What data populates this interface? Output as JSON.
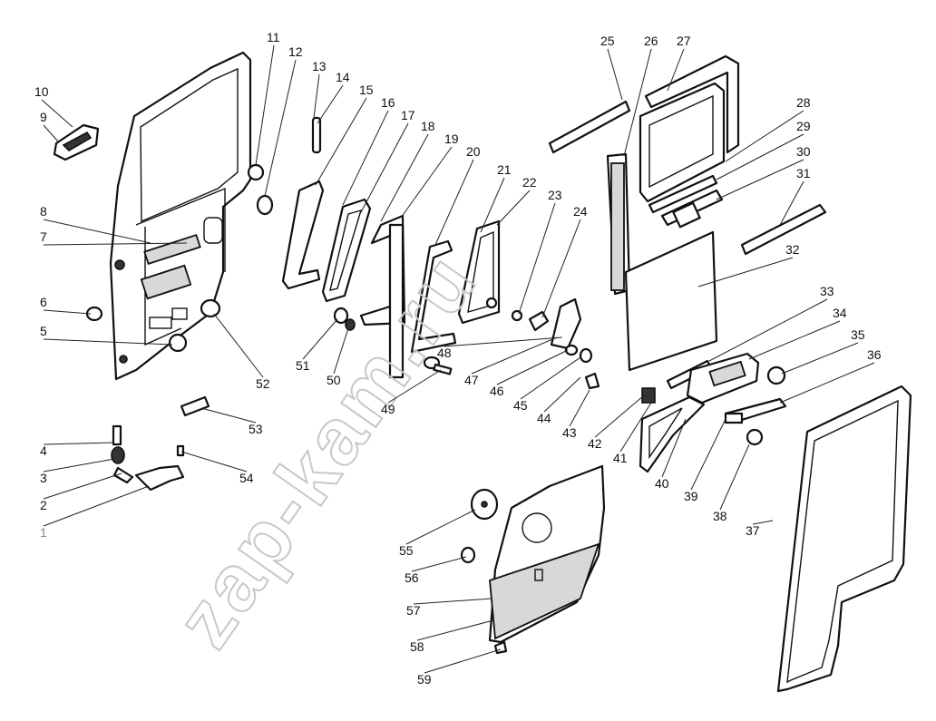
{
  "watermark": "zap-kam.ru",
  "callouts": [
    {
      "label": "1"
    },
    {
      "label": "2"
    },
    {
      "label": "3"
    },
    {
      "label": "4"
    },
    {
      "label": "5"
    },
    {
      "label": "6"
    },
    {
      "label": "7"
    },
    {
      "label": "8"
    },
    {
      "label": "9"
    },
    {
      "label": "10"
    },
    {
      "label": "11"
    },
    {
      "label": "12"
    },
    {
      "label": "13"
    },
    {
      "label": "14"
    },
    {
      "label": "15"
    },
    {
      "label": "16"
    },
    {
      "label": "17"
    },
    {
      "label": "18"
    },
    {
      "label": "19"
    },
    {
      "label": "20"
    },
    {
      "label": "21"
    },
    {
      "label": "22"
    },
    {
      "label": "23"
    },
    {
      "label": "24"
    },
    {
      "label": "25"
    },
    {
      "label": "26"
    },
    {
      "label": "27"
    },
    {
      "label": "28"
    },
    {
      "label": "29"
    },
    {
      "label": "30"
    },
    {
      "label": "31"
    },
    {
      "label": "32"
    },
    {
      "label": "33"
    },
    {
      "label": "34"
    },
    {
      "label": "35"
    },
    {
      "label": "36"
    },
    {
      "label": "37"
    },
    {
      "label": "38"
    },
    {
      "label": "39"
    },
    {
      "label": "40"
    },
    {
      "label": "41"
    },
    {
      "label": "42"
    },
    {
      "label": "43"
    },
    {
      "label": "44"
    },
    {
      "label": "45"
    },
    {
      "label": "46"
    },
    {
      "label": "47"
    },
    {
      "label": "48"
    },
    {
      "label": "49"
    },
    {
      "label": "50"
    },
    {
      "label": "51"
    },
    {
      "label": "52"
    },
    {
      "label": "53"
    },
    {
      "label": "54"
    },
    {
      "label": "55"
    },
    {
      "label": "56"
    },
    {
      "label": "57"
    },
    {
      "label": "58"
    },
    {
      "label": "59"
    }
  ]
}
